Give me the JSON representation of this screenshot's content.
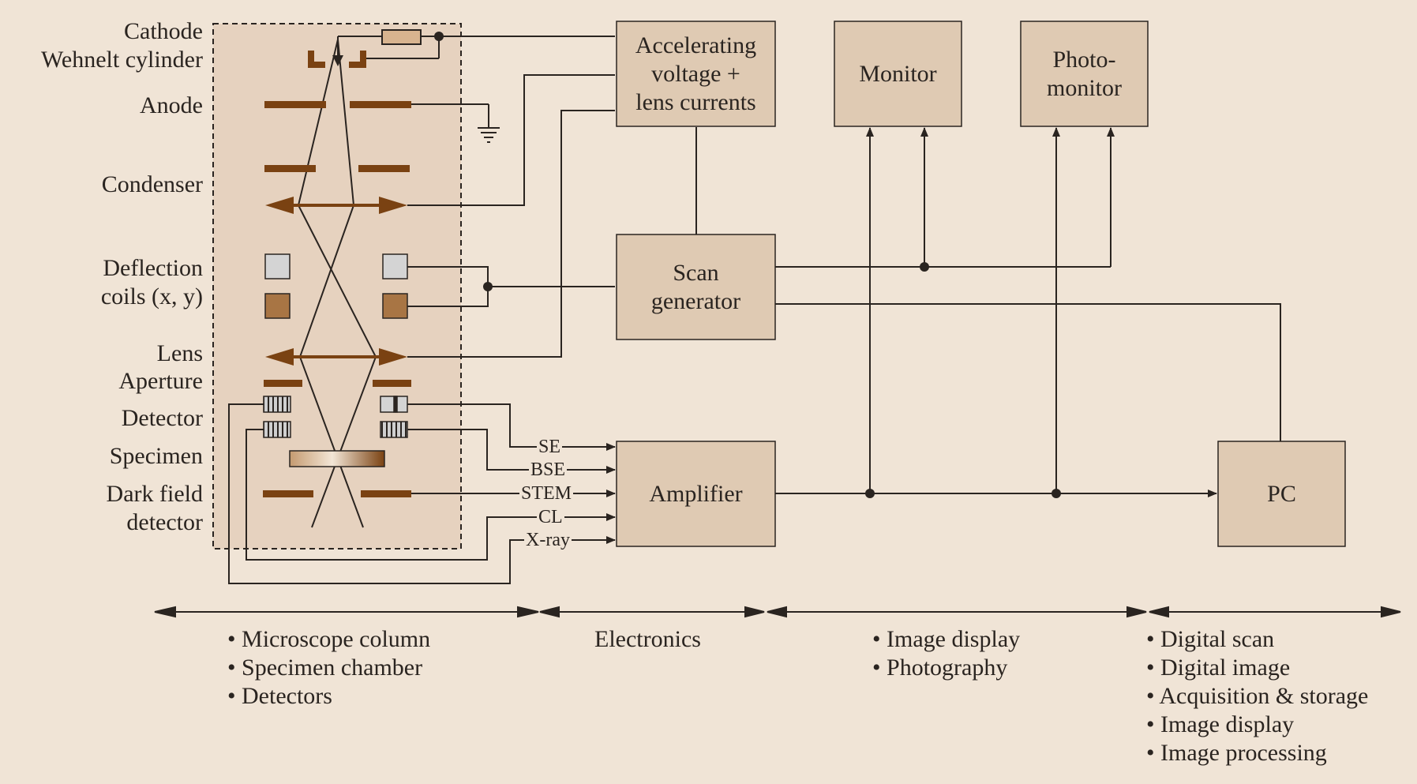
{
  "colors": {
    "background": "#f0e4d6",
    "column_fill": "#e6d2bf",
    "box_fill": "#dfcab3",
    "brown": "#7a4212",
    "line": "#2a2420",
    "coil_gray": "#d4d4d4",
    "coil_brown": "#a87544"
  },
  "column_labels": {
    "cathode": "Cathode",
    "wehnelt": "Wehnelt cylinder",
    "anode": "Anode",
    "condenser": "Condenser",
    "deflection_1": "Deflection",
    "deflection_2": "coils (x, y)",
    "lens": "Lens",
    "aperture": "Aperture",
    "detector": "Detector",
    "specimen": "Specimen",
    "darkfield_1": "Dark field",
    "darkfield_2": "detector"
  },
  "boxes": {
    "accelerating": [
      "Accelerating",
      "voltage +",
      "lens currents"
    ],
    "monitor": "Monitor",
    "photomonitor": [
      "Photo-",
      "monitor"
    ],
    "scan_generator": [
      "Scan",
      "generator"
    ],
    "amplifier": "Amplifier",
    "pc": "PC"
  },
  "signals": [
    "SE",
    "BSE",
    "STEM",
    "CL",
    "X-ray"
  ],
  "sections": {
    "column": [
      "Microscope column",
      "Specimen chamber",
      "Detectors"
    ],
    "electronics": "Electronics",
    "display": [
      "Image display",
      "Photography"
    ],
    "digital": [
      "Digital scan",
      "Digital image",
      "Acquisition & storage",
      "Image display",
      "Image processing"
    ]
  }
}
